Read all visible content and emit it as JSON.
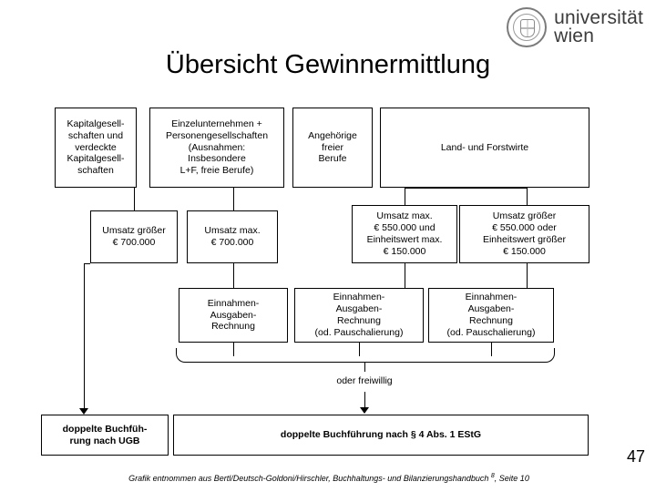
{
  "logo": {
    "line1": "universität",
    "line2": "wien",
    "seal_name": "university-seal-icon"
  },
  "title": "Übersicht Gewinnermittlung",
  "row1": [
    {
      "name": "box-kapitalgesellschaften",
      "text": "Kapitalgesell-\nschaften und\nverdeckte\nKapitalgesell-\nschaften"
    },
    {
      "name": "box-einzelunternehmen",
      "text": "Einzelunternehmen +\nPersonengesellschaften\n(Ausnahmen:\nInsbesondere\nL+F, freie Berufe)"
    },
    {
      "name": "box-angehoerige-freier-berufe",
      "text": "Angehörige\nfreier\nBerufe"
    },
    {
      "name": "box-land-und-forstwirte",
      "text": "Land- und Forstwirte"
    }
  ],
  "row2": [
    {
      "name": "box-umsatz-groesser-700000",
      "text": "Umsatz größer\n€ 700.000"
    },
    {
      "name": "box-umsatz-max-700000",
      "text": "Umsatz max.\n€ 700.000"
    },
    {
      "name": "box-umsatz-max-550000-einheitswert-150000",
      "text": "Umsatz max.\n€ 550.000 und\nEinheitswert max.\n€ 150.000"
    },
    {
      "name": "box-umsatz-groesser-550000-oder-einheitswert-groesser-150000",
      "text": "Umsatz größer\n€ 550.000 oder\nEinheitswert größer\n€ 150.000"
    }
  ],
  "row3": [
    {
      "name": "box-einnahmen-ausgaben-rechnung-1",
      "text": "Einnahmen-\nAusgaben-\nRechnung"
    },
    {
      "name": "box-einnahmen-ausgaben-rechnung-pauschalierung-1",
      "text": "Einnahmen-\nAusgaben-\nRechnung\n(od. Pauschalierung)"
    },
    {
      "name": "box-einnahmen-ausgaben-rechnung-pauschalierung-2",
      "text": "Einnahmen-\nAusgaben-\nRechnung\n(od. Pauschalierung)"
    }
  ],
  "optional_label": "oder freiwillig",
  "row4": [
    {
      "name": "box-doppelte-buchfuehrung-ugb",
      "text": "doppelte Buchfüh-\nrung nach UGB"
    },
    {
      "name": "box-doppelte-buchfuehrung-estg",
      "text": "doppelte Buchführung nach § 4 Abs. 1 EStG"
    }
  ],
  "page_number": "47",
  "source_note": {
    "part1": "Grafik entnommen aus Bertl/Deutsch-Goldoni/Hirschler, Buchhaltungs- und Bilanzierungshandbuch ",
    "sup": "8",
    "part2": ", Seite 10"
  }
}
